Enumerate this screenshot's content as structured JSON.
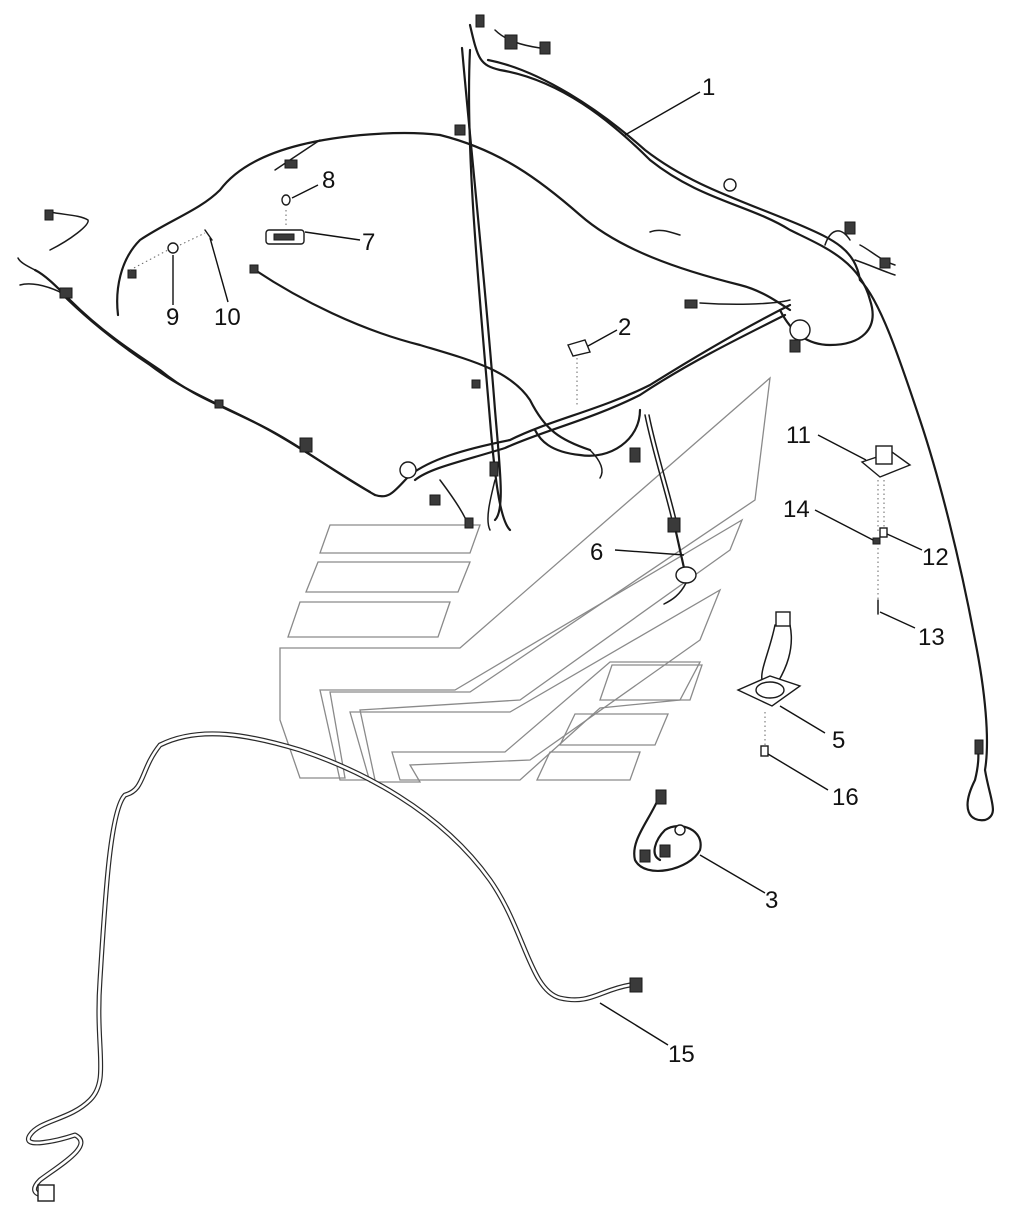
{
  "callouts": {
    "c1": "1",
    "c2": "2",
    "c3": "3",
    "c5": "5",
    "c6": "6",
    "c7": "7",
    "c8": "8",
    "c9": "9",
    "c10": "10",
    "c11": "11",
    "c12": "12",
    "c13": "13",
    "c14": "14",
    "c15": "15",
    "c16": "16"
  }
}
